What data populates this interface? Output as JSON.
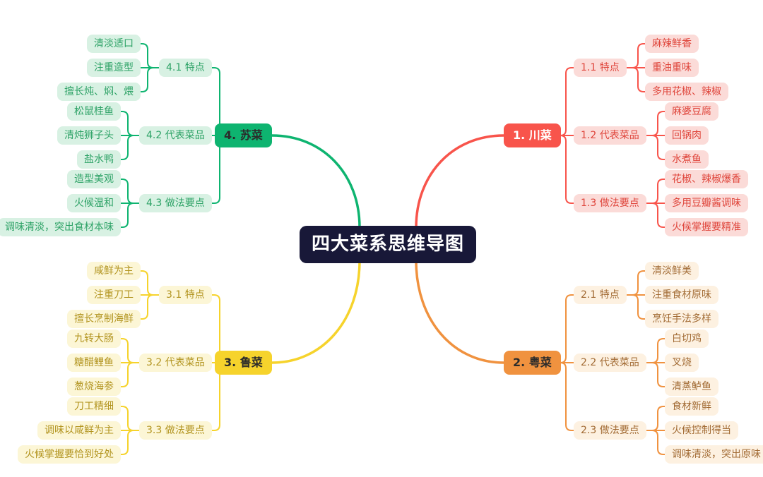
{
  "title": "四大菜系思维导图",
  "center": {
    "label": "四大菜系思维导图",
    "bg": "#181838",
    "text_color": "#ffffff"
  },
  "branches": [
    {
      "label": "1. 川菜",
      "side": "right",
      "vpos": "top",
      "color": "#f8544b",
      "label_color": "#ffffff",
      "light_bg": "#fbdbd8",
      "light_text": "#df453b",
      "children": [
        {
          "label": "1.1 特点",
          "items": [
            "麻辣鲜香",
            "重油重味",
            "多用花椒、辣椒"
          ]
        },
        {
          "label": "1.2 代表菜品",
          "items": [
            "麻婆豆腐",
            "回锅肉",
            "水煮鱼"
          ]
        },
        {
          "label": "1.3 做法要点",
          "items": [
            "花椒、辣椒爆香",
            "多用豆瓣酱调味",
            "火候掌握要精准"
          ]
        }
      ]
    },
    {
      "label": "2. 粤菜",
      "side": "right",
      "vpos": "bottom",
      "color": "#f0923f",
      "label_color": "#2b2b2b",
      "light_bg": "#fdf1e1",
      "light_text": "#a26b34",
      "children": [
        {
          "label": "2.1 特点",
          "items": [
            "清淡鲜美",
            "注重食材原味",
            "烹饪手法多样"
          ]
        },
        {
          "label": "2.2 代表菜品",
          "items": [
            "白切鸡",
            "叉烧",
            "清蒸鲈鱼"
          ]
        },
        {
          "label": "2.3 做法要点",
          "items": [
            "食材新鲜",
            "火候控制得当",
            "调味清淡，突出原味"
          ]
        }
      ]
    },
    {
      "label": "3. 鲁菜",
      "side": "left",
      "vpos": "bottom",
      "color": "#f6d32c",
      "label_color": "#2b2b2b",
      "light_bg": "#fcf6d6",
      "light_text": "#b2941f",
      "children": [
        {
          "label": "3.1 特点",
          "items": [
            "咸鲜为主",
            "注重刀工",
            "擅长烹制海鲜"
          ]
        },
        {
          "label": "3.2 代表菜品",
          "items": [
            "九转大肠",
            "糖醋鲤鱼",
            "葱烧海参"
          ]
        },
        {
          "label": "3.3 做法要点",
          "items": [
            "刀工精细",
            "调味以咸鲜为主",
            "火候掌握要恰到好处"
          ]
        }
      ]
    },
    {
      "label": "4. 苏菜",
      "side": "left",
      "vpos": "top",
      "color": "#0eb470",
      "label_color": "#2b2b2b",
      "light_bg": "#d8f1e3",
      "light_text": "#2da266",
      "children": [
        {
          "label": "4.1 特点",
          "items": [
            "清淡适口",
            "注重造型",
            "擅长炖、焖、煨"
          ]
        },
        {
          "label": "4.2 代表菜品",
          "items": [
            "松鼠桂鱼",
            "清炖狮子头",
            "盐水鸭"
          ]
        },
        {
          "label": "4.3 做法要点",
          "items": [
            "造型美观",
            "火候温和",
            "调味清淡，突出食材本味"
          ]
        }
      ]
    }
  ]
}
